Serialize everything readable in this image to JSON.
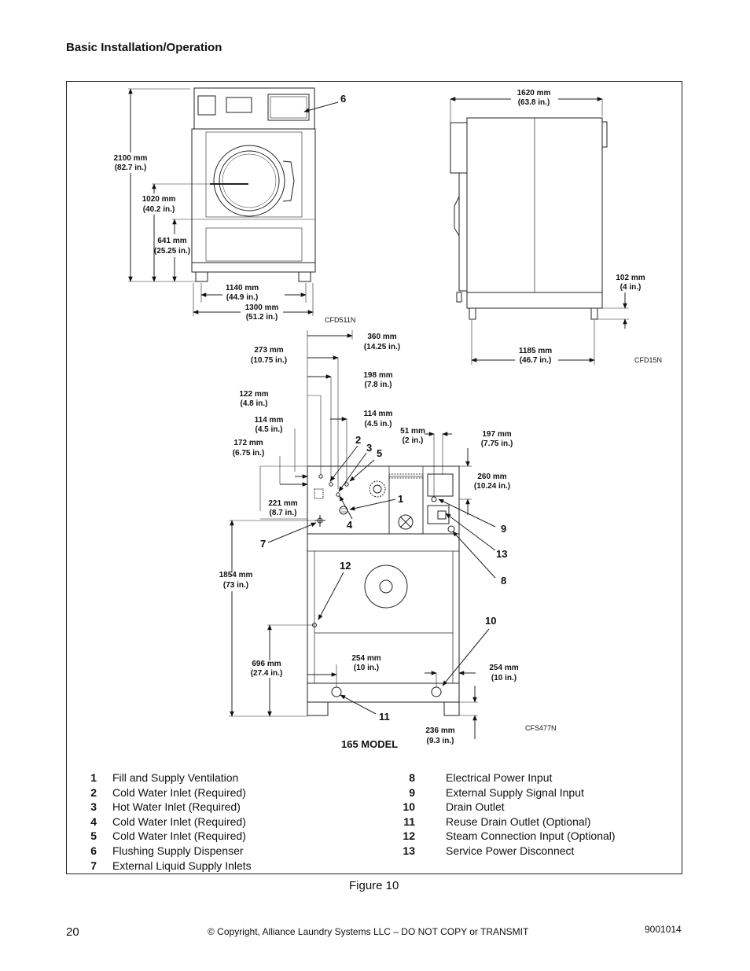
{
  "header": {
    "section_title": "Basic Installation/Operation"
  },
  "front_view": {
    "dims": {
      "height_total": [
        "2100 mm",
        "(82.7 in.)"
      ],
      "door_center": [
        "1020 mm",
        "(40.2 in.)"
      ],
      "door_bottom": [
        "641 mm",
        "(25.25 in.)"
      ],
      "width_feet": [
        "1140 mm",
        "(44.9 in.)"
      ],
      "width_total": [
        "1300 mm",
        "(51.2 in.)"
      ]
    },
    "callout": "6",
    "code": "CFD511N"
  },
  "side_view": {
    "dims": {
      "depth_total": [
        "1620 mm",
        "(63.8 in.)"
      ],
      "foot_height": [
        "102 mm",
        "(4 in.)"
      ],
      "depth_feet": [
        "1185 mm",
        "(46.7 in.)"
      ]
    },
    "code": "CFD15N"
  },
  "rear_view": {
    "dims": {
      "d360": [
        "360 mm",
        "(14.25 in.)"
      ],
      "d273": [
        "273 mm",
        "(10.75 in.)"
      ],
      "d198": [
        "198 mm",
        "(7.8 in.)"
      ],
      "d122": [
        "122 mm",
        "(4.8 in.)"
      ],
      "d114a": [
        "114 mm",
        "(4.5 in.)"
      ],
      "d114b": [
        "114 mm",
        "(4.5 in.)"
      ],
      "d51": [
        "51 mm",
        "(2 in.)"
      ],
      "d197": [
        "197 mm",
        "(7.75 in.)"
      ],
      "d172": [
        "172 mm",
        "(6.75 in.)"
      ],
      "d260": [
        "260 mm",
        "(10.24 in.)"
      ],
      "d221": [
        "221 mm",
        "(8.7 in.)"
      ],
      "d1854": [
        "1854 mm",
        "(73 in.)"
      ],
      "d696": [
        "696 mm",
        "(27.4 in.)"
      ],
      "d254a": [
        "254 mm",
        "(10 in.)"
      ],
      "d254b": [
        "254 mm",
        "(10 in.)"
      ],
      "d236": [
        "236 mm",
        "(9.3 in.)"
      ]
    },
    "callouts": {
      "c1": "1",
      "c2": "2",
      "c3": "3",
      "c4": "4",
      "c5": "5",
      "c7": "7",
      "c8": "8",
      "c9": "9",
      "c10": "10",
      "c11": "11",
      "c12": "12",
      "c13": "13"
    },
    "code": "CFS477N",
    "model": "165 MODEL"
  },
  "legend_left": [
    {
      "num": "1",
      "label": "Fill and Supply Ventilation"
    },
    {
      "num": "2",
      "label": "Cold Water Inlet (Required)"
    },
    {
      "num": "3",
      "label": "Hot Water Inlet (Required)"
    },
    {
      "num": "4",
      "label": "Cold Water Inlet (Required)"
    },
    {
      "num": "5",
      "label": "Cold Water Inlet (Required)"
    },
    {
      "num": "6",
      "label": "Flushing Supply Dispenser"
    },
    {
      "num": "7",
      "label": "External Liquid Supply Inlets"
    }
  ],
  "legend_right": [
    {
      "num": "8",
      "label": "Electrical Power Input"
    },
    {
      "num": "9",
      "label": "External Supply Signal Input"
    },
    {
      "num": "10",
      "label": "Drain Outlet"
    },
    {
      "num": "11",
      "label": "Reuse Drain Outlet (Optional)"
    },
    {
      "num": "12",
      "label": "Steam Connection Input (Optional)"
    },
    {
      "num": "13",
      "label": "Service Power Disconnect"
    }
  ],
  "figure_caption": "Figure 10",
  "footer": {
    "page_number": "20",
    "copyright": "© Copyright, Alliance Laundry Systems LLC – DO NOT COPY or TRANSMIT",
    "doc_number": "9001014"
  }
}
